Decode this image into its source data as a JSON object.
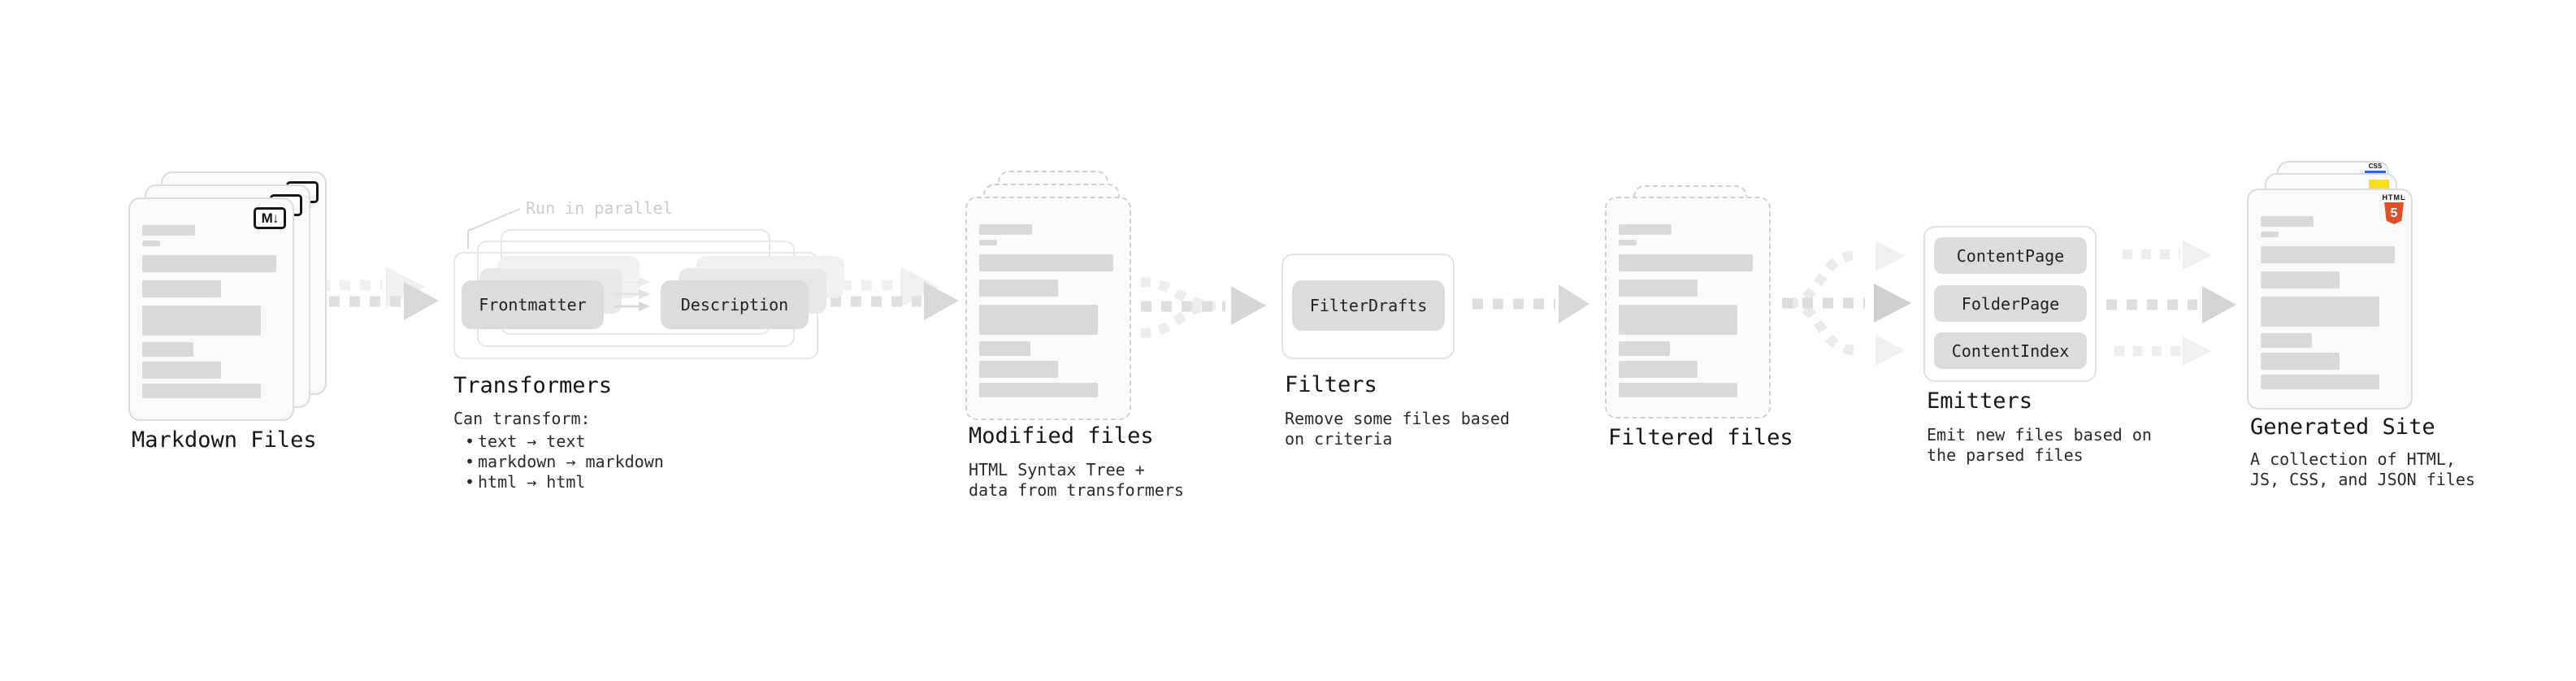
{
  "stages": {
    "markdown_files": {
      "label": "Markdown Files",
      "badge": "M↓"
    },
    "transformers": {
      "label": "Transformers",
      "annotation": "Run in parallel",
      "node_from": "Frontmatter",
      "node_to": "Description",
      "intro": "Can transform:",
      "bullet_char": "•",
      "bullets": [
        "text → text",
        "markdown → markdown",
        "html → html"
      ]
    },
    "modified_files": {
      "label": "Modified files",
      "desc_line1": "HTML Syntax Tree +",
      "desc_line2": "data from transformers"
    },
    "filters": {
      "label": "Filters",
      "node": "FilterDrafts",
      "desc_line1": "Remove some files based",
      "desc_line2": "on criteria"
    },
    "filtered_files": {
      "label": "Filtered files"
    },
    "emitters": {
      "label": "Emitters",
      "nodes": [
        "ContentPage",
        "FolderPage",
        "ContentIndex"
      ],
      "desc_line1": "Emit new files based on",
      "desc_line2": "the parsed files"
    },
    "generated_site": {
      "label": "Generated Site",
      "desc_line1": "A collection of HTML,",
      "desc_line2": "JS, CSS, and JSON files",
      "badge_html_label": "HTML",
      "badge_html_number": "5",
      "badge_css": "CSS"
    }
  },
  "colors": {
    "arrow_main": "#d8d8d8",
    "arrow_dash": "#e0e0e0",
    "arrow_light": "#f0f0f0",
    "js_yellow": "#f7df1e",
    "html_orange": "#e34f26",
    "css_blue": "#2c65f1",
    "bar_gray": "#d9d9d9"
  }
}
